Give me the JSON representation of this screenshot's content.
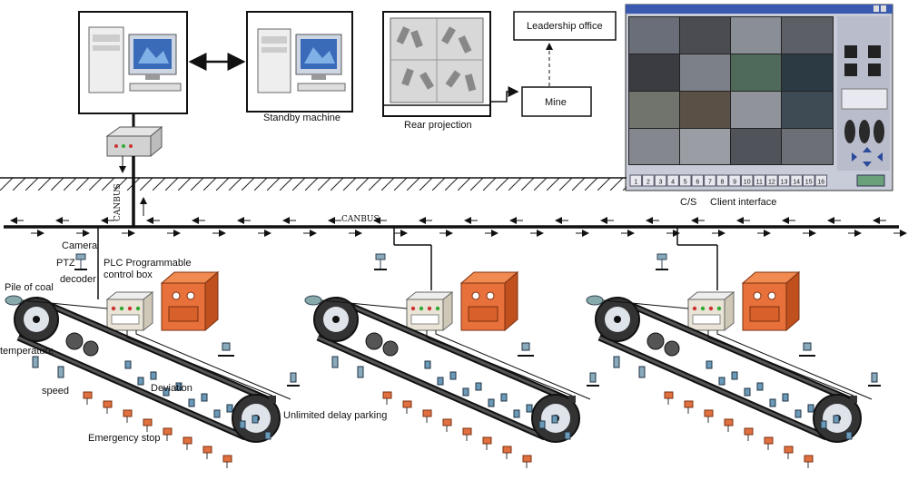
{
  "labels": {
    "standby_machine": "Standby machine",
    "rear_projection": "Rear projection",
    "leadership_office": "Leadership office",
    "mine": "Mine",
    "client_interface_prefix": "C/S",
    "client_interface": "Client interface",
    "canbus_main": "CANBUS",
    "canbus_vertical": "CANBUS",
    "camera": "Camera",
    "ptz": "PTZ",
    "decoder": "decoder",
    "plc_box_line1": "PLC Programmable",
    "plc_box_line2": "control box",
    "pile_of_coal": "Pile of coal",
    "temperature": "temperature",
    "speed": "speed",
    "deviation": "Deviation",
    "emergency_stop": "Emergency stop",
    "unlimited_delay_parking": "Unlimited delay parking"
  },
  "client_ui": {
    "channel_buttons": [
      "1",
      "2",
      "3",
      "4",
      "5",
      "6",
      "7",
      "8",
      "9",
      "10",
      "11",
      "12",
      "13",
      "14",
      "15",
      "16"
    ]
  },
  "colors": {
    "line": "#111111",
    "panel_orange": "#e8703a",
    "sensor_orange": "#e07040",
    "sensor_blue": "#6a9ab8",
    "client_bg": "#c8ccd8",
    "client_accent": "#2a4a9a"
  },
  "icons": {
    "computer": "desktop-computer-icon",
    "projector": "projection-screen-icon",
    "camera": "ptz-camera-icon",
    "control_box": "plc-control-box-icon",
    "conveyor": "belt-conveyor-icon"
  }
}
